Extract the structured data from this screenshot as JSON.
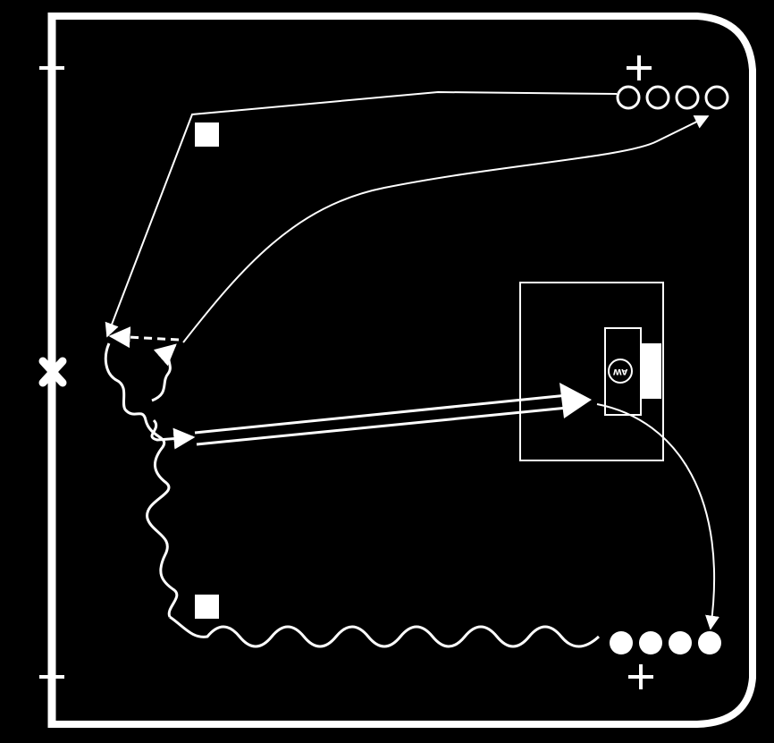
{
  "diagram": {
    "background_color": "#000000",
    "line_color": "#ffffff",
    "goalie": {
      "label": "AW",
      "label_orientation": "upside-down"
    },
    "markers": {
      "top_plus": "+",
      "bottom_plus": "+",
      "center_x": "x",
      "cones": [
        "cone-top",
        "cone-bottom"
      ]
    },
    "player_lines": {
      "top": {
        "count": 4,
        "style": "hollow-circle",
        "meaning": "offense"
      },
      "bottom": {
        "count": 4,
        "style": "filled-circle",
        "meaning": "defense"
      }
    },
    "paths": [
      {
        "name": "skate-top-line-to-center",
        "style": "solid-arrow"
      },
      {
        "name": "pass-dashed",
        "style": "dashed-arrow"
      },
      {
        "name": "skate-return-to-top-line",
        "style": "solid-arrow"
      },
      {
        "name": "stickhandle-wavy",
        "style": "wavy-line"
      },
      {
        "name": "shot-on-goal",
        "style": "double-line-arrow"
      },
      {
        "name": "goalie-to-bottom-line",
        "style": "solid-arrow"
      }
    ]
  }
}
